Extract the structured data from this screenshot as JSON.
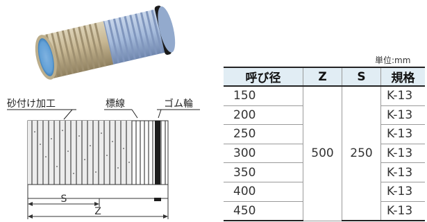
{
  "labels": {
    "sand": "砂付け加工",
    "mark": "標線",
    "ring": "ゴム輪",
    "s": "S",
    "z": "Z"
  },
  "unit": "単位:mm",
  "table": {
    "headers": [
      "呼び径",
      "Z",
      "S",
      "規格"
    ],
    "z_value": "500",
    "s_value": "250",
    "rows": [
      {
        "size": "150",
        "spec": "K-13"
      },
      {
        "size": "200",
        "spec": "K-13"
      },
      {
        "size": "250",
        "spec": "K-13"
      },
      {
        "size": "300",
        "spec": "K-13"
      },
      {
        "size": "350",
        "spec": "K-13"
      },
      {
        "size": "400",
        "spec": "K-13"
      },
      {
        "size": "450",
        "spec": "K-13"
      }
    ]
  },
  "colors": {
    "header_bg": "#e1edf4",
    "pipe_blue": "#a9bfdc",
    "sand": "#c8b896"
  }
}
